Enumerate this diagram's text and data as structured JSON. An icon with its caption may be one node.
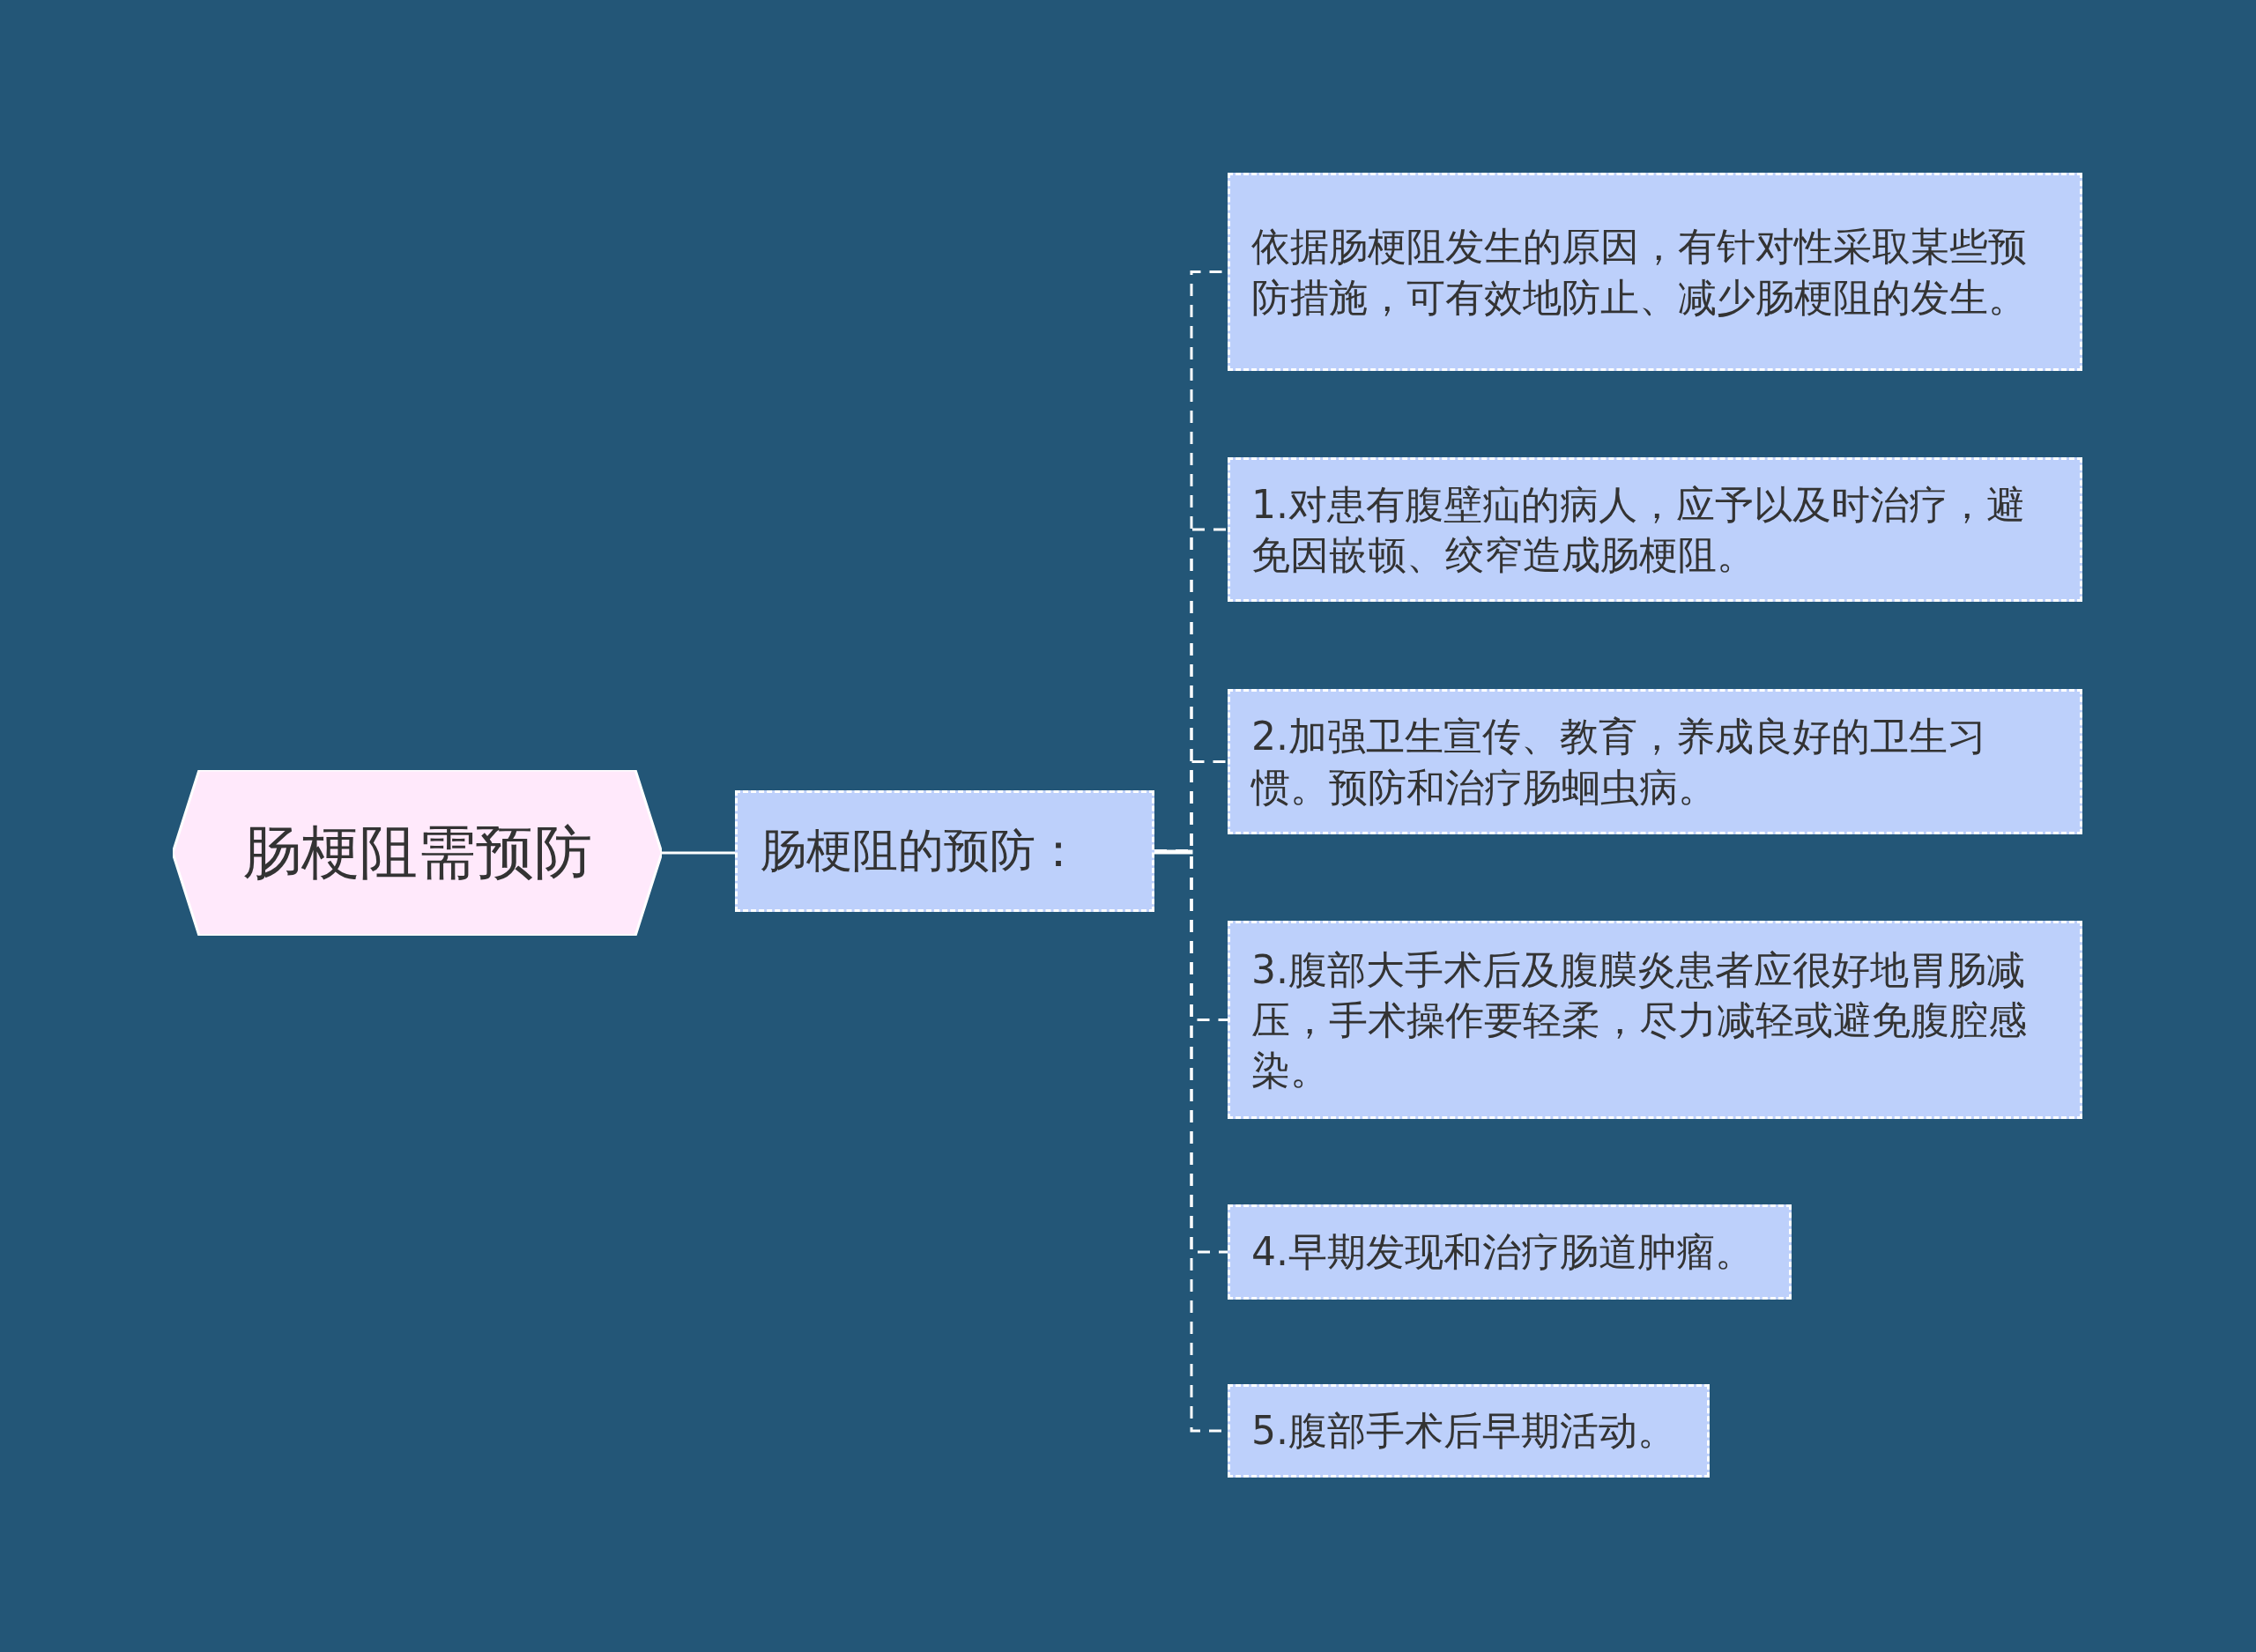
{
  "diagram": {
    "nodes": [
      {
        "text": [
          "肠梗阻需预防"
        ]
      },
      {
        "text": [
          "肠梗阻的预防："
        ]
      },
      {
        "text": [
          "依据肠梗阻发生的原因，有针对性采取某些预防措施，可有效地防止、减少肠梗阻的发生。"
        ]
      },
      {
        "text": [
          "1.对患有腹壁疝的病人，应予以及时治疗，避免因嵌顿、绞窄造成肠梗阻。"
        ]
      },
      {
        "text": [
          "2.加强卫生宣传、教育，养成良好的卫生习惯。预防和治疗肠蛔虫病。"
        ]
      },
      {
        "text": [
          "3.腹部大手术后及腹膜炎患者应很好地胃肠减压，手术操作要轻柔，尽力减轻或避免腹腔感染。"
        ]
      },
      {
        "text": [
          "4.早期发现和治疗肠道肿瘤。"
        ]
      },
      {
        "text": [
          "5.腹部手术后早期活动。"
        ]
      }
    ],
    "edges": [
      {
        "from": 0,
        "to": 1,
        "arrow": "none"
      },
      {
        "from": 1,
        "to": 2,
        "arrow": "none",
        "style": "dashed"
      },
      {
        "from": 1,
        "to": 3,
        "arrow": "none",
        "style": "dashed"
      },
      {
        "from": 1,
        "to": 4,
        "arrow": "none",
        "style": "dashed"
      },
      {
        "from": 1,
        "to": 5,
        "arrow": "none",
        "style": "dashed"
      },
      {
        "from": 1,
        "to": 6,
        "arrow": "none",
        "style": "dashed"
      },
      {
        "from": 1,
        "to": 7,
        "arrow": "none",
        "style": "dashed"
      }
    ]
  }
}
